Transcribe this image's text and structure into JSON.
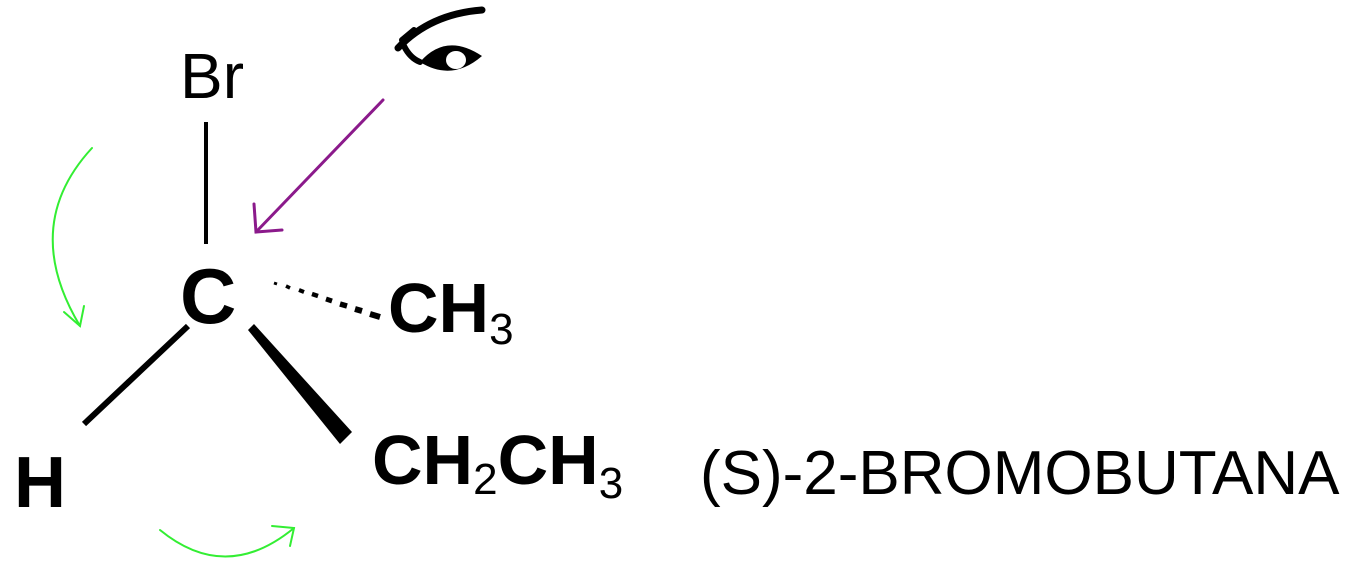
{
  "molecule": {
    "atoms": {
      "bromine": "Br",
      "carbon": "C",
      "hydrogen": "H"
    },
    "methyl": {
      "main": "CH",
      "subscript": "3"
    },
    "ethyl": {
      "part1": "CH",
      "sub1": "2",
      "part2": "CH",
      "sub2": "3"
    }
  },
  "compound_name": "(S)-2-BROMOBUTANA",
  "colors": {
    "bond": "#000000",
    "viewing_arrow": "#8b1a8b",
    "rotation_arrows": "#33ee33"
  },
  "icons": {
    "viewer": "eye-icon"
  }
}
